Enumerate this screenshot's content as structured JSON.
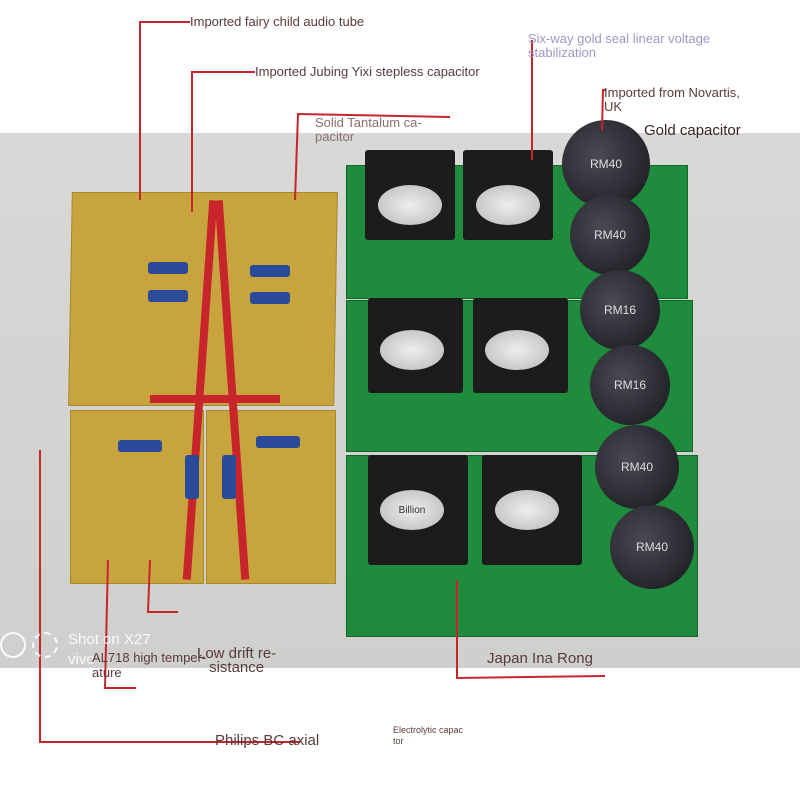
{
  "annotations": {
    "fairy_tube": "Imported fairy child audio tube",
    "jubing": "Imported Jubing Yixi stepless capacitor",
    "tantalum": "Solid Tantalum ca-\npacitor",
    "six_way": "Six-way gold seal linear voltage\nstabilization",
    "novartis": "Imported from Novartis,\nUK",
    "gold_capacitor": "Gold capacitor",
    "al718": "AL718 high temper-\nature",
    "low_drift": "Low drift re-\nsistance",
    "japan_ina": "Japan Ina Rong",
    "philips": "Philips BC axial",
    "electrolytic": "Electrolytic capac\ntor"
  },
  "watermark": {
    "line1": "Shot on X27",
    "line2": "vivo"
  },
  "board_text": {
    "cap1": "RM40",
    "cap2": "RM40",
    "cap3": "RM16",
    "cap4": "RM16",
    "cap5": "RM40",
    "cap6": "RM40",
    "transistor": "Billion"
  },
  "colors": {
    "line": "#c8242c",
    "label": "#5a3a3a",
    "six_way": "#9b98c8",
    "pcb_green": "#1e8c3c",
    "pcb_yellow": "#c8a43e"
  }
}
